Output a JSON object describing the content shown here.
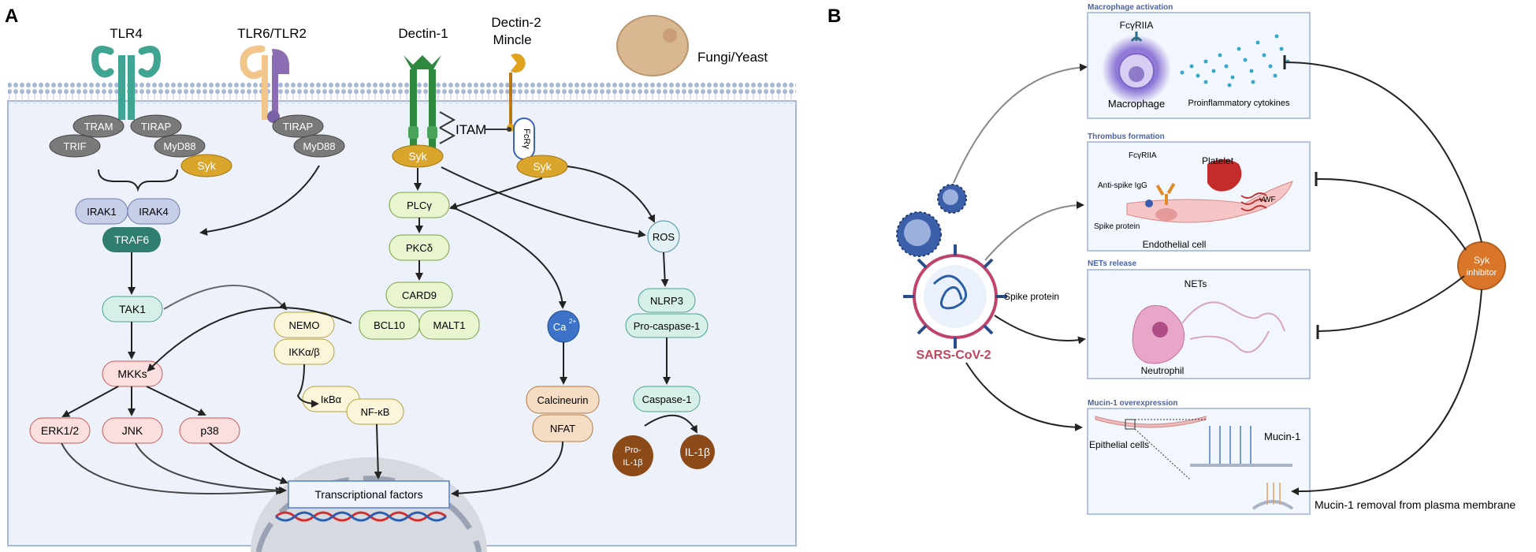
{
  "panelA": {
    "label": "A",
    "receptors": {
      "tlr4": "TLR4",
      "tlr6tlr2": "TLR6/TLR2",
      "dectin1": "Dectin-1",
      "dectin2_line1": "Dectin-2",
      "dectin2_line2": "Mincle",
      "fungi": "Fungi/Yeast"
    },
    "nodes": {
      "tram": "TRAM",
      "tirap1": "TIRAP",
      "trif": "TRIF",
      "myd88_1": "MyD88",
      "syk1": "Syk",
      "tirap2": "TIRAP",
      "myd88_2": "MyD88",
      "irak1": "IRAK1",
      "irak4": "IRAK4",
      "traf6": "TRAF6",
      "tak1": "TAK1",
      "mkks": "MKKs",
      "erk": "ERK1/2",
      "jnk": "JNK",
      "p38": "p38",
      "nemo": "NEMO",
      "ikk": "IKKα/β",
      "ikba": "IκBα",
      "nfkb": "NF-κB",
      "itam": "ITAM",
      "fcrg": "FcRγ",
      "syk2": "Syk",
      "syk3": "Syk",
      "plcg": "PLCγ",
      "pkcd": "PKCδ",
      "card9": "CARD9",
      "bcl10": "BCL10",
      "malt1": "MALT1",
      "ca": "Ca",
      "ca_sup": "2+",
      "calcineurin": "Calcineurin",
      "nfat": "NFAT",
      "ros": "ROS",
      "nlrp3": "NLRP3",
      "procasp": "Pro-caspase-1",
      "casp1": "Caspase-1",
      "pro_il1b_1": "Pro-",
      "pro_il1b_2": "IL-1β",
      "il1b": "IL-1β",
      "tf": "Transcriptional factors"
    }
  },
  "panelB": {
    "label": "B",
    "virus_label": "SARS-CoV-2",
    "spike_label": "Spike protein",
    "syk_line1": "Syk",
    "syk_line2": "inhibitor",
    "boxes": {
      "macro": {
        "title": "Macrophage  activation",
        "receptor": "FcγRIIA",
        "cell": "Macrophage",
        "cytokines": "Proinflammatory cytokines"
      },
      "thrombus": {
        "title": "Thrombus formation",
        "receptor": "FcγRIIA",
        "platelet": "Platelet",
        "antispike": "Anti-spike IgG",
        "vwf": "vWF",
        "spike": "Spike protein",
        "endo": "Endothelial cell"
      },
      "nets": {
        "title": "NETs release",
        "nets": "NETs",
        "neutrophil": "Neutrophil"
      },
      "mucin": {
        "title": "Mucin-1 overexpression",
        "epithelial": "Epithelial cells",
        "mucin": "Mucin-1"
      }
    },
    "removal": "Mucin-1 removal from plasma membrane"
  }
}
